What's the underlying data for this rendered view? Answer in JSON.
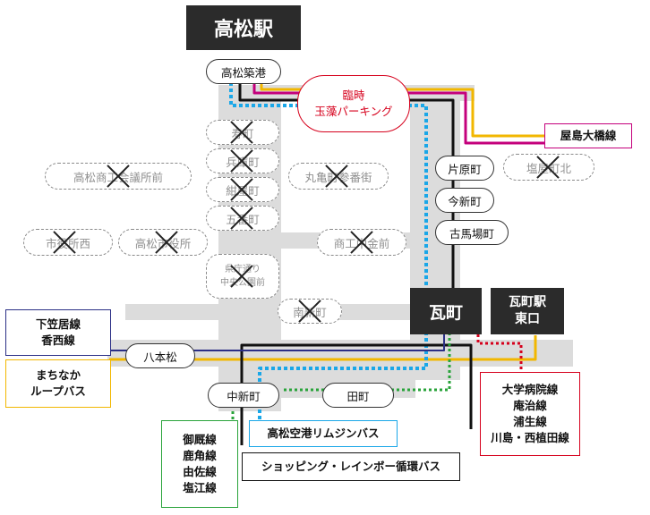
{
  "colors": {
    "purple": "#c4007c",
    "yellow": "#f2b700",
    "cyan": "#1aa7e8",
    "navy": "#2b2f86",
    "green": "#29a33a",
    "red": "#d6001c",
    "black": "#111111",
    "road": "#dcdcdc"
  },
  "stations": {
    "takamatsu": "高松駅",
    "kawaramachi": "瓦町",
    "kawaramachi_east_line1": "瓦町駅",
    "kawaramachi_east_line2": "東口"
  },
  "stops": {
    "takamatsu_chikko": "高松築港",
    "rinji_line1": "臨時",
    "rinji_line2": "玉藻パーキング",
    "katahara": "片原町",
    "imashin": "今新町",
    "furubaba": "古馬場町",
    "hachihonmatsu": "八本松",
    "nakashin": "中新町",
    "denmachi": "田町"
  },
  "closed_stops": {
    "juban": "寿町",
    "hyogo": "兵庫町",
    "konya": "紺屋町",
    "gobancho": "五番町",
    "kencho_line1": "県庁通り",
    "kencho_line2": "中央公園前",
    "shoko_kaigisho": "高松商工会議所前",
    "marugame": "丸亀町参番街",
    "shiyakusho_nishi": "市役所西",
    "shiyakusho": "高松市役所",
    "shoko_kinmae": "商工中金前",
    "minami_shinmachi": "南新町",
    "shiyamachi_kita": "塩屋町北"
  },
  "routes": {
    "yashima": [
      "屋島大橋線"
    ],
    "shimokasai": [
      "下笠居線",
      "香西線"
    ],
    "machinaka": [
      "まちなか",
      "ループバス"
    ],
    "daigaku": [
      "大学病院線",
      "庵治線",
      "浦生線",
      "川島・西植田線"
    ],
    "goen": [
      "御厩線",
      "鹿角線",
      "由佐線",
      "塩江線"
    ],
    "limousine": [
      "高松空港リムジンバス"
    ],
    "shopping": [
      "ショッピング・レインボー循環バス"
    ]
  }
}
